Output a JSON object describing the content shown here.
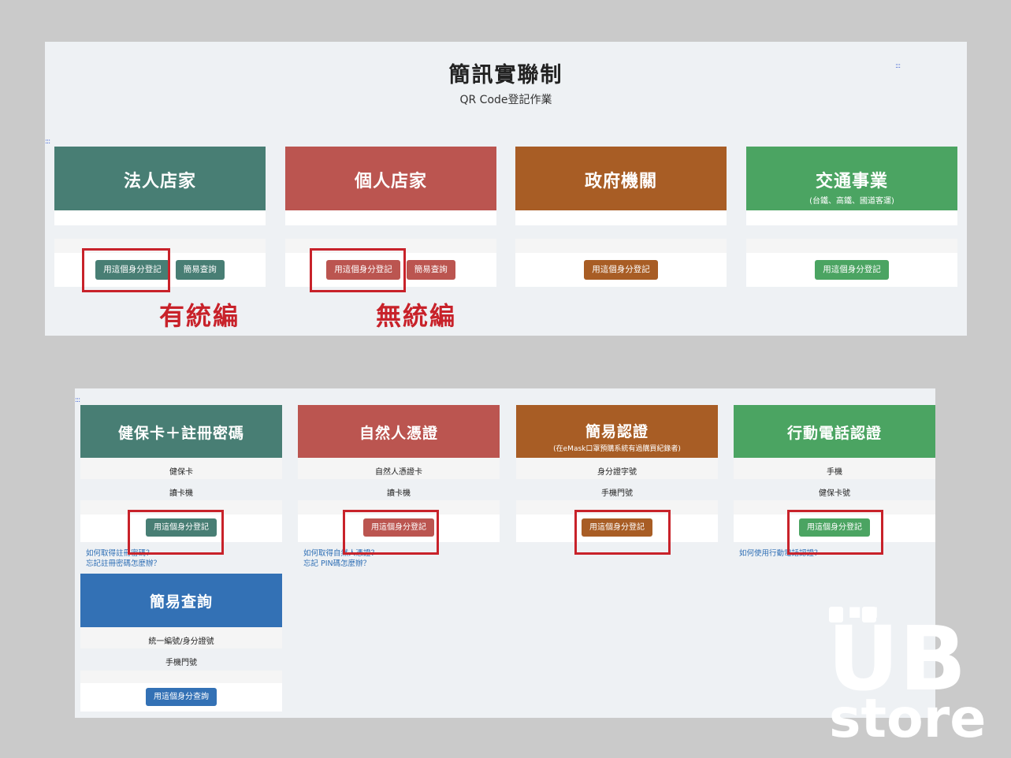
{
  "header": {
    "title": "簡訊實聯制",
    "subtitle": "QR Code登記作業"
  },
  "decor": {
    "dots": ":::"
  },
  "top_cards": [
    {
      "title": "法人店家",
      "note": "",
      "primary": "用這個身分登記",
      "secondary": "簡易查詢",
      "color": "#487e74"
    },
    {
      "title": "個人店家",
      "note": "",
      "primary": "用這個身分登記",
      "secondary": "簡易查詢",
      "color": "#bb5550"
    },
    {
      "title": "政府機關",
      "note": "",
      "primary": "用這個身分登記",
      "color": "#a85d25"
    },
    {
      "title": "交通事業",
      "note": "(台鐵、高鐵、國道客運)",
      "primary": "用這個身分登記",
      "color": "#4ba462"
    }
  ],
  "annotations": {
    "label_1": "有統編",
    "label_2": "無統編"
  },
  "bottom_cards": [
    {
      "title": "健保卡＋註冊密碼",
      "note": "",
      "row1": "健保卡",
      "row2": "讀卡機",
      "primary": "用這個身分登記",
      "link1": "如何取得註冊密碼？",
      "link2": "忘記註冊密碼怎麼辦？",
      "color": "#487e74"
    },
    {
      "title": "自然人憑證",
      "note": "",
      "row1": "自然人憑證卡",
      "row2": "讀卡機",
      "primary": "用這個身分登記",
      "link1": "如何取得自然人憑證？",
      "link2": "忘記 PIN碼怎麼辦？",
      "color": "#bb5550"
    },
    {
      "title": "簡易認證",
      "note": "(在eMask口罩預購系統有過購買紀錄者)",
      "row1": "身分證字號",
      "row2": "手機門號",
      "primary": "用這個身分登記",
      "color": "#a85d25"
    },
    {
      "title": "行動電話認證",
      "note": "",
      "row1": "手機",
      "row2": "健保卡號",
      "primary": "用這個身分登記",
      "link1": "如何使用行動電話認證？",
      "color": "#4ba462"
    }
  ],
  "query_card": {
    "title": "簡易查詢",
    "row1": "統一編號/身分證號",
    "row2": "手機門號",
    "primary": "用這個身分查詢",
    "color": "#3371b5"
  },
  "watermark": {
    "brand_top": "ÜB",
    "brand_bottom": "store"
  }
}
